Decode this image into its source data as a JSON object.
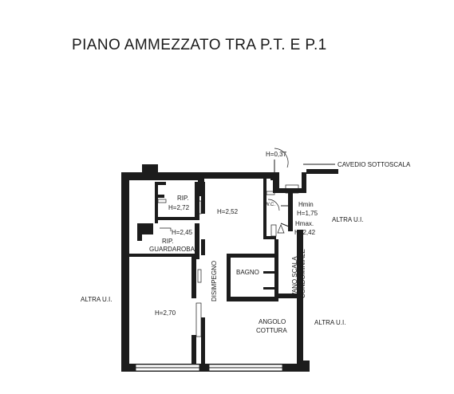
{
  "title": "PIANO AMMEZZATO TRA P.T. E P.1",
  "labels": {
    "h_037": "H=0,37",
    "cavedio": "CAVEDIO SOTTOSCALA",
    "rip_top": "RIP.",
    "h_272": "H=2,72",
    "h_252": "H=2,52",
    "wc": "W.C.",
    "hmin": "Hmin",
    "h_175": "H=1,75",
    "altra_ui_1": "ALTRA U.I.",
    "hmax": "Hmax.",
    "h_242": "H=2,42",
    "h_245": "H=2,45",
    "rip_guard_1": "RIP.",
    "rip_guard_2": "GUARDAROBA",
    "bagno": "BAGNO",
    "vano_scala_1": "VANO SCALA",
    "vano_scala_2": "CONDOMINIALE",
    "disimpegno": "DISIMPEGNO",
    "altra_ui_left": "ALTRA U.I.",
    "h_270": "H=2,70",
    "altra_ui_2": "ALTRA U.I.",
    "angolo": "ANGOLO",
    "cottura": "COTTURA"
  }
}
